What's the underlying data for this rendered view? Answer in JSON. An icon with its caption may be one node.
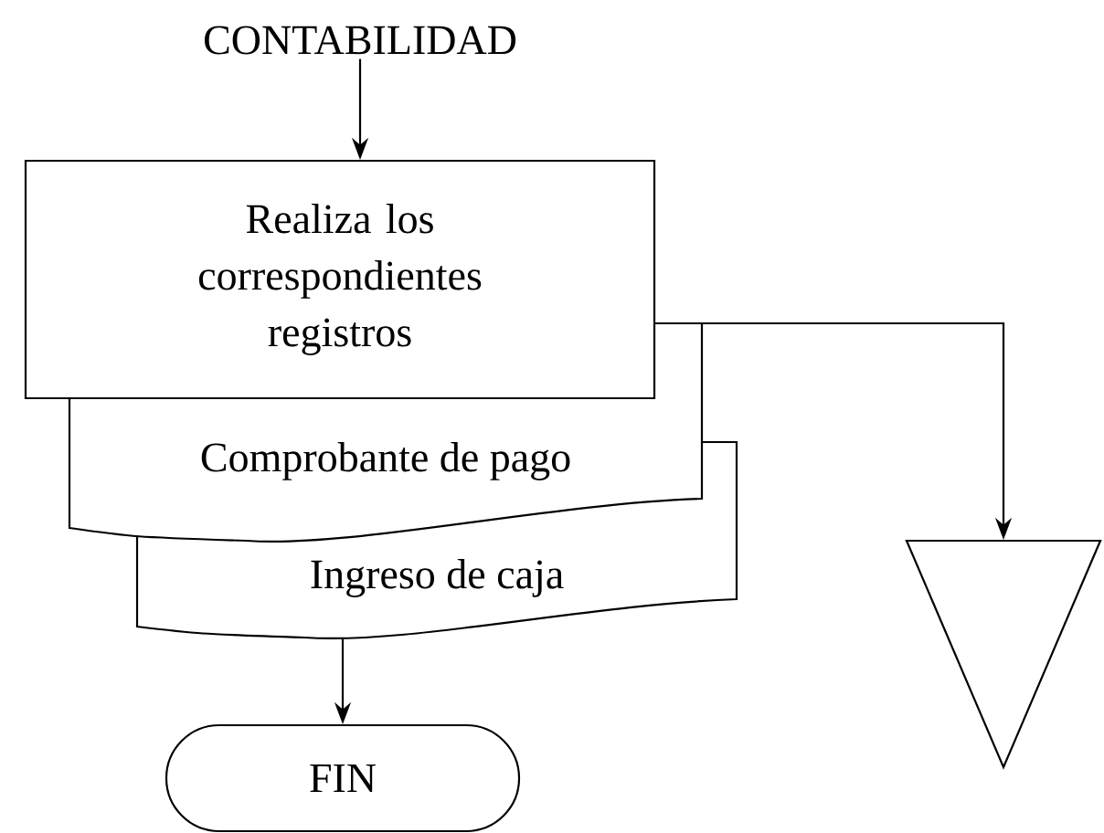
{
  "diagram": {
    "nodes": [
      {
        "text": [
          "CONTABILIDAD"
        ]
      },
      {
        "text": [
          "Realiza los correspondientes registros"
        ]
      },
      {
        "text": [
          "Comprobante de pago"
        ]
      },
      {
        "text": [
          "Ingreso de caja"
        ]
      },
      {
        "text": [
          "FIN"
        ]
      },
      {
        "text": [],
        "shape": "triangle"
      }
    ],
    "edges": [
      {
        "from": 0,
        "to": 1,
        "arrow": "to"
      },
      {
        "from": 1,
        "to": 5,
        "arrow": "to"
      },
      {
        "from": 3,
        "to": 4,
        "arrow": "to"
      }
    ]
  }
}
